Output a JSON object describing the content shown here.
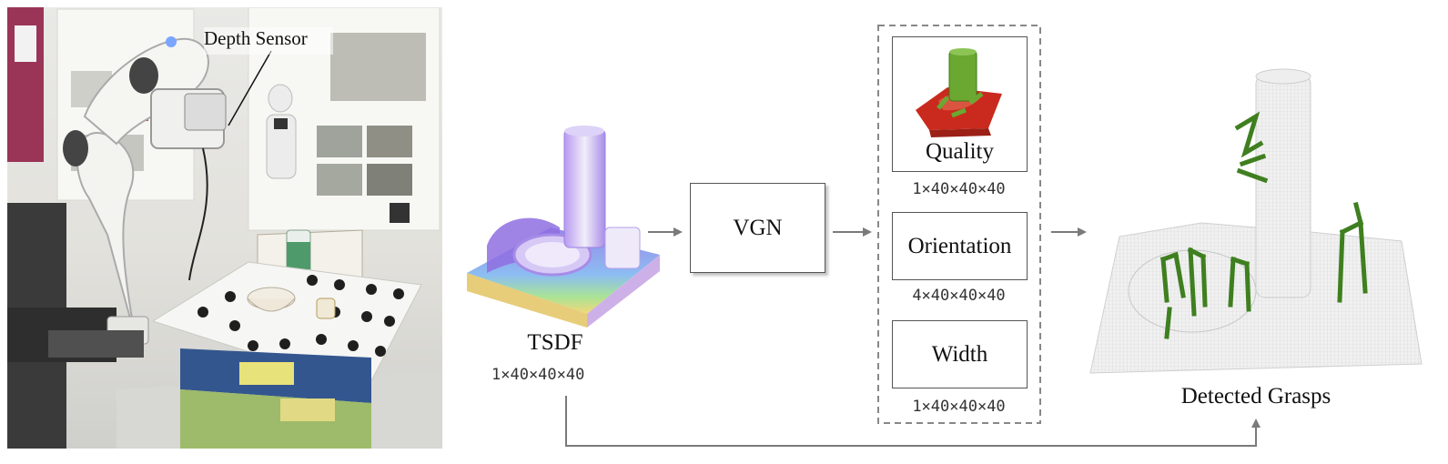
{
  "photo": {
    "sensor_label": "Depth Sensor"
  },
  "pipeline": {
    "input_label": "TSDF",
    "input_dim": "1×40×40×40",
    "network_label": "VGN",
    "outputs": [
      {
        "label": "Quality",
        "dim": "1×40×40×40"
      },
      {
        "label": "Orientation",
        "dim": "4×40×40×40"
      },
      {
        "label": "Width",
        "dim": "1×40×40×40"
      }
    ],
    "result_label": "Detected Grasps"
  },
  "colors": {
    "arrow": "#7a7a7a",
    "grasp_green": "#3f7f1f",
    "quality_red": "#cc2a1e",
    "tsdf_purple": "#8a5ee0"
  }
}
